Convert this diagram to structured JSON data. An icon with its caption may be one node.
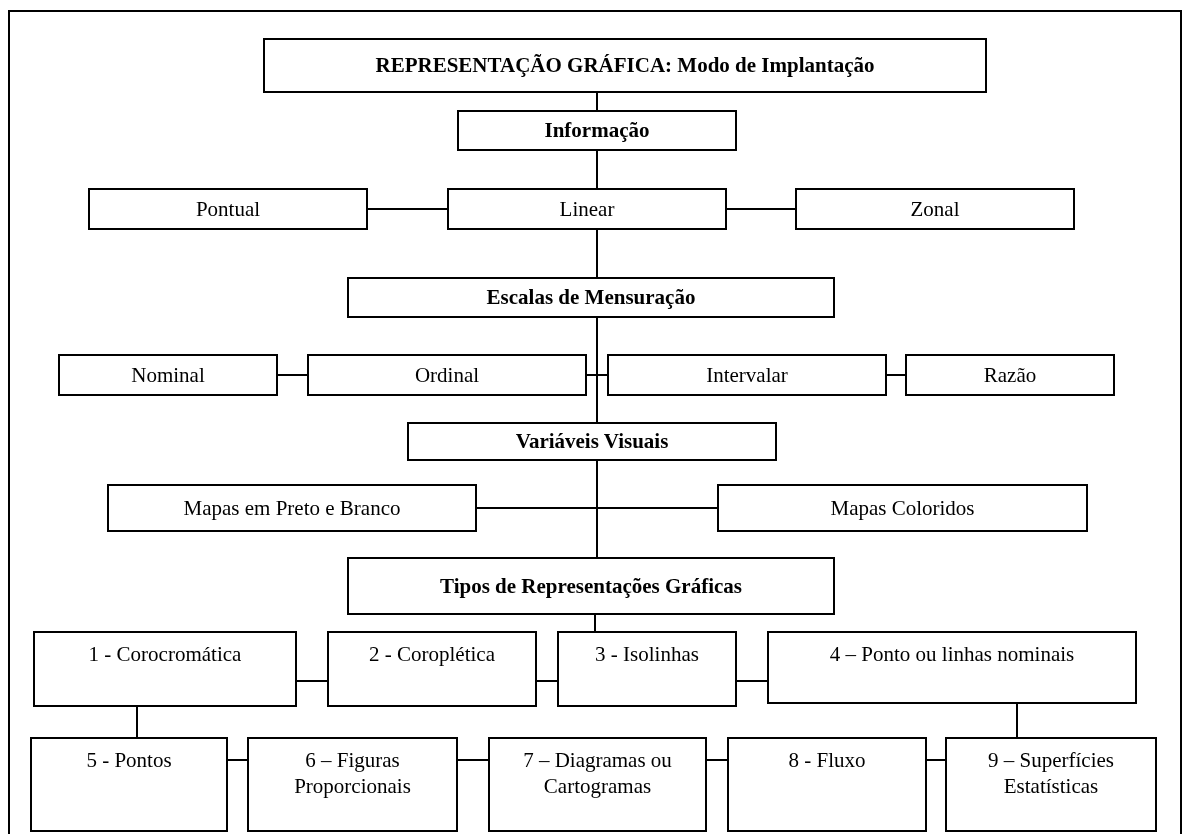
{
  "diagram": {
    "nodes": [
      {
        "text": [
          "REPRESENTAÇÃO GRÁFICA: Modo de Implantação"
        ]
      },
      {
        "text": [
          "Informação"
        ]
      },
      {
        "text": [
          "Pontual"
        ]
      },
      {
        "text": [
          "Linear"
        ]
      },
      {
        "text": [
          "Zonal"
        ]
      },
      {
        "text": [
          "Escalas de Mensuração"
        ]
      },
      {
        "text": [
          "Nominal"
        ]
      },
      {
        "text": [
          "Ordinal"
        ]
      },
      {
        "text": [
          "Intervalar"
        ]
      },
      {
        "text": [
          "Razão"
        ]
      },
      {
        "text": [
          "Variáveis Visuais"
        ]
      },
      {
        "text": [
          "Mapas em Preto e Branco"
        ]
      },
      {
        "text": [
          "Mapas Coloridos"
        ]
      },
      {
        "text": [
          "Tipos de Representações Gráficas"
        ]
      },
      {
        "text": [
          "1 - Corocromática"
        ]
      },
      {
        "text": [
          "2 - Coroplética"
        ]
      },
      {
        "text": [
          "3 - Isolinhas"
        ]
      },
      {
        "text": [
          "4 – Ponto ou linhas nominais"
        ]
      },
      {
        "text": [
          "5 - Pontos"
        ]
      },
      {
        "text": [
          "6 – Figuras Proporcionais"
        ]
      },
      {
        "text": [
          "7 – Diagramas ou Cartogramas"
        ]
      },
      {
        "text": [
          "8 - Fluxo"
        ]
      },
      {
        "text": [
          "9 – Superfícies Estatísticas"
        ]
      }
    ],
    "edges": [
      {
        "from": 0,
        "to": 1,
        "arrow": "none"
      },
      {
        "from": 1,
        "to": 3,
        "arrow": "none"
      },
      {
        "from": 2,
        "to": 3,
        "arrow": "none"
      },
      {
        "from": 3,
        "to": 4,
        "arrow": "none"
      },
      {
        "from": 3,
        "to": 5,
        "arrow": "none"
      },
      {
        "from": 6,
        "to": 7,
        "arrow": "none"
      },
      {
        "from": 7,
        "to": 8,
        "arrow": "none"
      },
      {
        "from": 8,
        "to": 9,
        "arrow": "none"
      },
      {
        "from": 5,
        "to": 10,
        "arrow": "none"
      },
      {
        "from": 11,
        "to": 12,
        "arrow": "none"
      },
      {
        "from": 10,
        "to": 13,
        "arrow": "none"
      },
      {
        "from": 13,
        "to": 16,
        "arrow": "none"
      },
      {
        "from": 14,
        "to": 15,
        "arrow": "none"
      },
      {
        "from": 15,
        "to": 16,
        "arrow": "none"
      },
      {
        "from": 16,
        "to": 17,
        "arrow": "none"
      },
      {
        "from": 14,
        "to": 18,
        "arrow": "none"
      },
      {
        "from": 18,
        "to": 19,
        "arrow": "none"
      },
      {
        "from": 19,
        "to": 20,
        "arrow": "none"
      },
      {
        "from": 20,
        "to": 21,
        "arrow": "none"
      },
      {
        "from": 21,
        "to": 22,
        "arrow": "none"
      },
      {
        "from": 17,
        "to": 22,
        "arrow": "none"
      }
    ]
  }
}
